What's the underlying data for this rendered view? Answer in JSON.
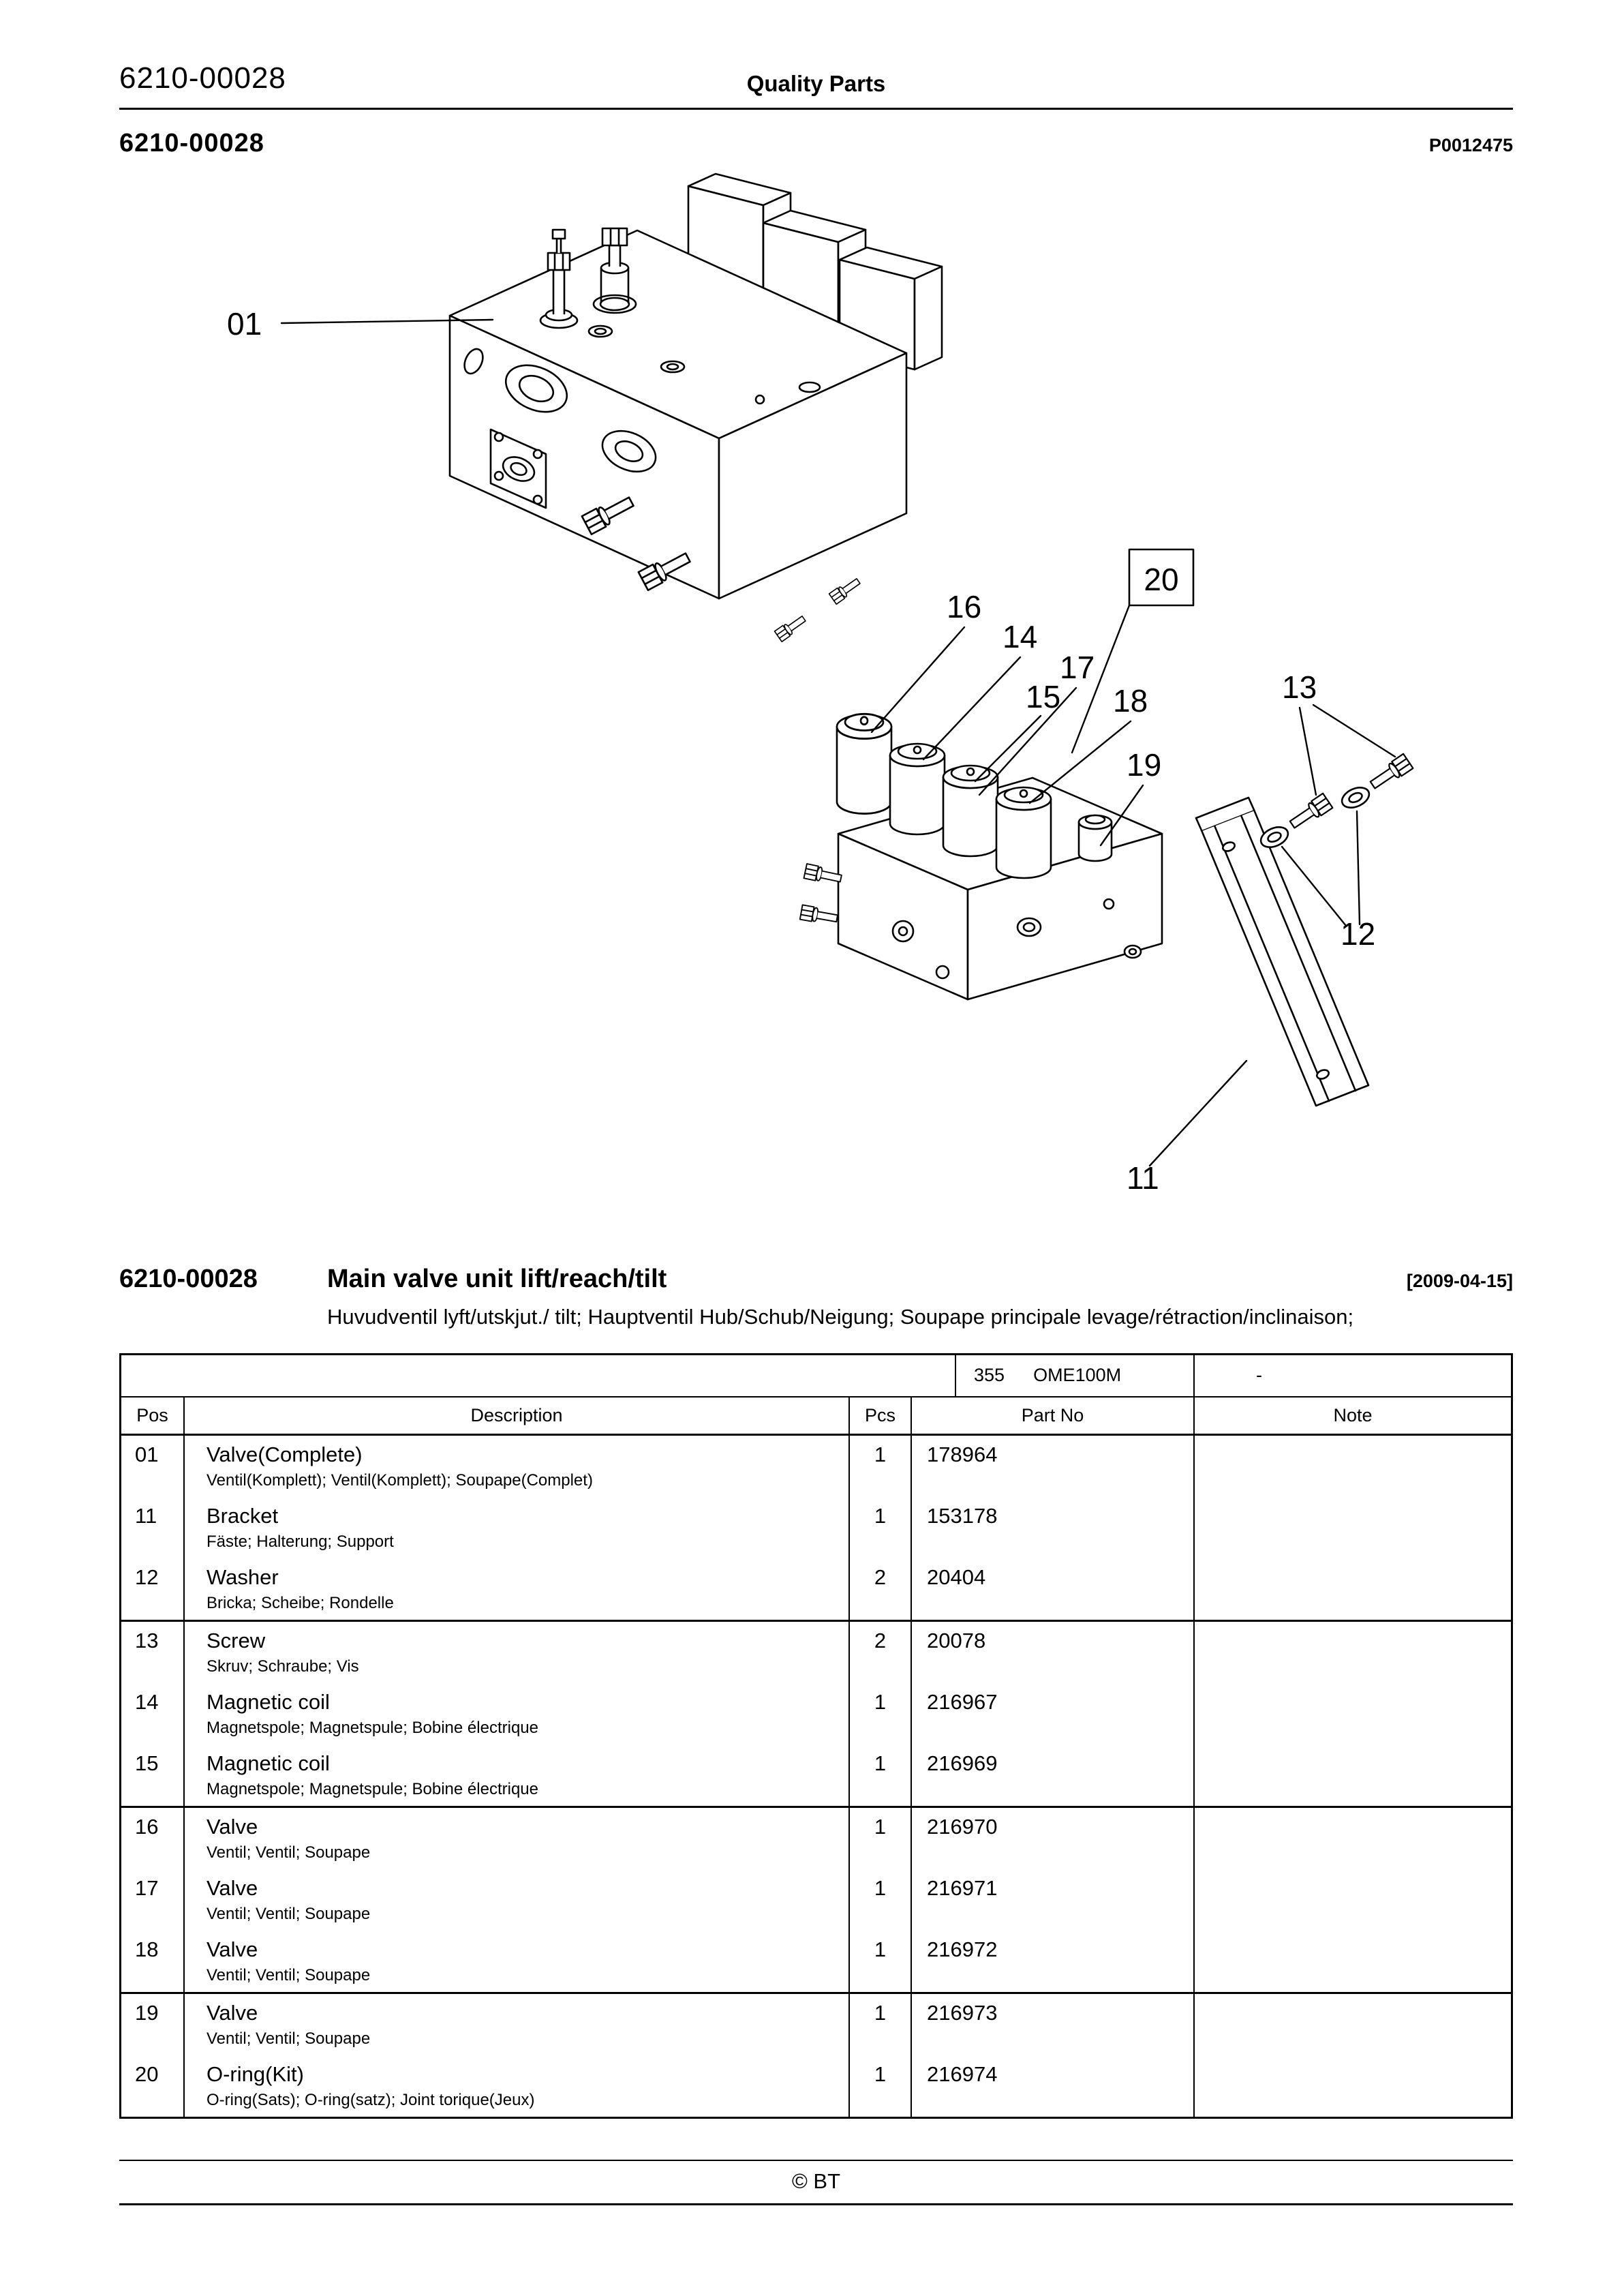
{
  "header": {
    "doc_number": "6210-00028",
    "center_title": "Quality Parts",
    "figure_number": "6210-00028",
    "plate_code": "P0012475"
  },
  "diagram": {
    "callouts": {
      "c01": "01",
      "c11": "11",
      "c12": "12",
      "c13": "13",
      "c14": "14",
      "c15": "15",
      "c16": "16",
      "c17": "17",
      "c18": "18",
      "c19": "19",
      "c20": "20"
    }
  },
  "section": {
    "number": "6210-00028",
    "title": "Main valve unit lift/reach/tilt",
    "date": "[2009-04-15]",
    "subtitle": "Huvudventil lyft/utskjut./ tilt; Hauptventil Hub/Schub/Neigung; Soupape principale levage/rétraction/inclinaison;"
  },
  "table": {
    "model": {
      "code": "355",
      "name": "OME100M",
      "serial": "-"
    },
    "headers": {
      "pos": "Pos",
      "description": "Description",
      "pcs": "Pcs",
      "part_no": "Part No",
      "note": "Note"
    },
    "rows": [
      {
        "pos": "01",
        "desc": "Valve(Complete)",
        "desc_alt": "Ventil(Komplett); Ventil(Komplett); Soupape(Complet)",
        "pcs": "1",
        "part_no": "178964",
        "note": ""
      },
      {
        "pos": "11",
        "desc": "Bracket",
        "desc_alt": "Fäste; Halterung; Support",
        "pcs": "1",
        "part_no": "153178",
        "note": ""
      },
      {
        "pos": "12",
        "desc": "Washer",
        "desc_alt": "Bricka; Scheibe; Rondelle",
        "pcs": "2",
        "part_no": "20404",
        "note": ""
      },
      {
        "pos": "13",
        "desc": "Screw",
        "desc_alt": "Skruv; Schraube; Vis",
        "pcs": "2",
        "part_no": "20078",
        "note": ""
      },
      {
        "pos": "14",
        "desc": "Magnetic coil",
        "desc_alt": "Magnetspole; Magnetspule; Bobine électrique",
        "pcs": "1",
        "part_no": "216967",
        "note": ""
      },
      {
        "pos": "15",
        "desc": "Magnetic coil",
        "desc_alt": "Magnetspole; Magnetspule; Bobine électrique",
        "pcs": "1",
        "part_no": "216969",
        "note": ""
      },
      {
        "pos": "16",
        "desc": "Valve",
        "desc_alt": "Ventil; Ventil; Soupape",
        "pcs": "1",
        "part_no": "216970",
        "note": ""
      },
      {
        "pos": "17",
        "desc": "Valve",
        "desc_alt": "Ventil; Ventil; Soupape",
        "pcs": "1",
        "part_no": "216971",
        "note": ""
      },
      {
        "pos": "18",
        "desc": "Valve",
        "desc_alt": "Ventil; Ventil; Soupape",
        "pcs": "1",
        "part_no": "216972",
        "note": ""
      },
      {
        "pos": "19",
        "desc": "Valve",
        "desc_alt": "Ventil; Ventil; Soupape",
        "pcs": "1",
        "part_no": "216973",
        "note": ""
      },
      {
        "pos": "20",
        "desc": "O-ring(Kit)",
        "desc_alt": "O-ring(Sats); O-ring(satz); Joint torique(Jeux)",
        "pcs": "1",
        "part_no": "216974",
        "note": ""
      }
    ]
  },
  "footer": {
    "copyright": "© BT"
  }
}
